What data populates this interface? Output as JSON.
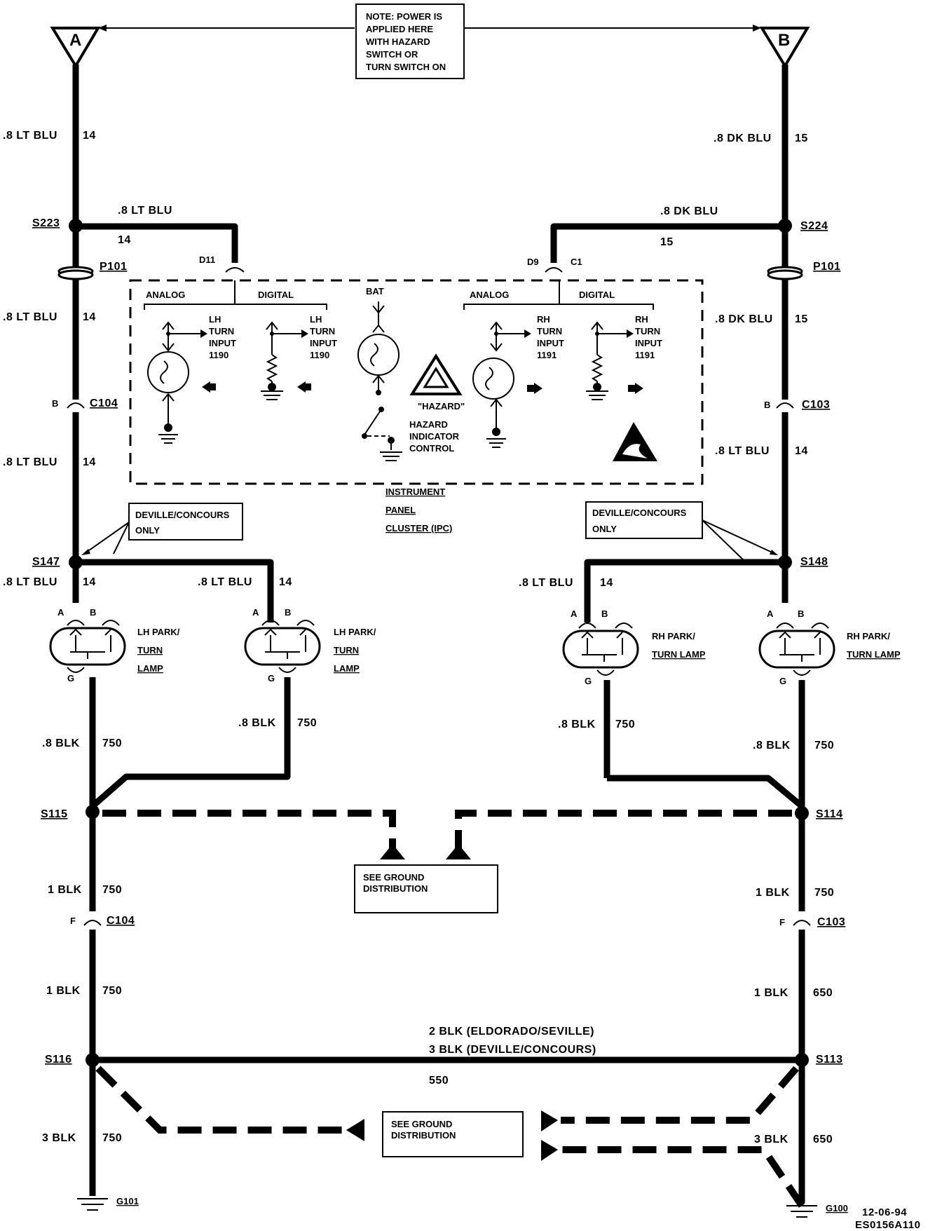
{
  "connectors": {
    "a": "A",
    "b": "B"
  },
  "note": [
    "NOTE:  POWER IS",
    "APPLIED HERE",
    "WITH HAZARD",
    "SWITCH OR",
    "TURN SWITCH ON"
  ],
  "left_wires": {
    "w1": ".8 LT BLU",
    "w1n": "14",
    "s223_wire": ".8 LT BLU",
    "s223_num": "14",
    "w2": ".8 LT BLU",
    "w2n": "14",
    "w3": ".8 LT BLU",
    "w3n": "14",
    "w4": ".8 LT BLU",
    "w4n": "14",
    "w5": ".8 LT BLU",
    "w5n": "14"
  },
  "right_wires": {
    "w1": ".8 DK BLU",
    "w1n": "15",
    "s224_wire": ".8 DK BLU",
    "s224_num": "15",
    "w2": ".8 DK BLU",
    "w2n": "15",
    "w3": ".8 LT BLU",
    "w3n": "14",
    "w4": ".8 LT BLU",
    "w4n": "14"
  },
  "splices": {
    "s223": "S223",
    "s224": "S224",
    "s147": "S147",
    "s148": "S148",
    "s115": "S115",
    "s114": "S114",
    "s116": "S116",
    "s113": "S113"
  },
  "conn_labels": {
    "p101": "P101",
    "c104": "C104",
    "c103": "C103",
    "b": "B",
    "f": "F",
    "d11": "D11",
    "d9": "D9",
    "c1": "C1",
    "a": "A",
    "g": "G"
  },
  "ipc": {
    "analog": "ANALOG",
    "digital": "DIGITAL",
    "bat": "BAT",
    "lh_input": [
      "LH",
      "TURN",
      "INPUT",
      "1190"
    ],
    "rh_input": [
      "RH",
      "TURN",
      "INPUT",
      "1191"
    ],
    "hazard": "\"HAZARD\"",
    "hazard_ctrl": [
      "HAZARD",
      "INDICATOR",
      "CONTROL"
    ],
    "title": [
      "INSTRUMENT",
      "PANEL",
      "CLUSTER (IPC)"
    ]
  },
  "deville_note": [
    "DEVILLE/CONCOURS",
    "ONLY"
  ],
  "lamps": {
    "lh": [
      "LH PARK/",
      "TURN",
      "LAMP"
    ],
    "rh": [
      "RH PARK/",
      "TURN LAMP"
    ]
  },
  "ground_wires": {
    "blk8": ".8 BLK",
    "n750": "750",
    "n650": "650",
    "n550": "550",
    "blk1": "1 BLK",
    "blk3": "3 BLK",
    "eldorado": "2 BLK (ELDORADO/SEVILLE)",
    "deville": "3 BLK (DEVILLE/CONCOURS)"
  },
  "ground_dist": [
    "SEE GROUND",
    "DISTRIBUTION"
  ],
  "grounds": {
    "g101": "G101",
    "g100": "G100"
  },
  "footer": {
    "date": "12-06-94",
    "code": "ES0156A110"
  }
}
